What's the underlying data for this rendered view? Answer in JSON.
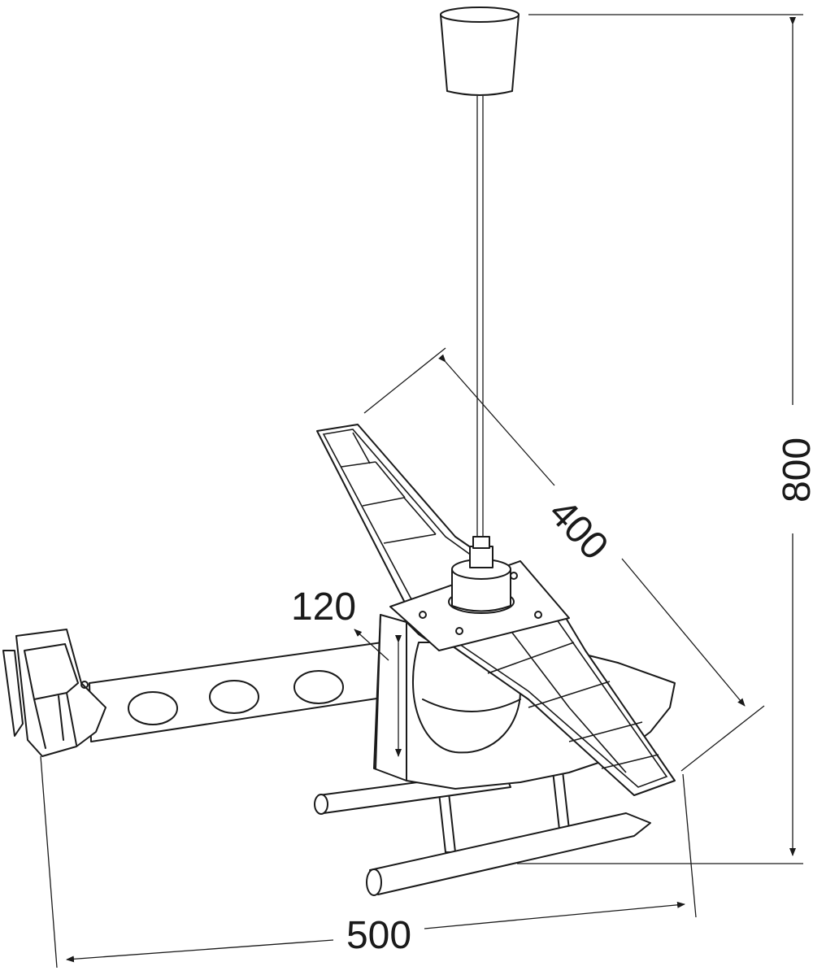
{
  "dimensions": {
    "height": "800",
    "wing_span": "400",
    "tail_boom": "120",
    "length": "500"
  }
}
